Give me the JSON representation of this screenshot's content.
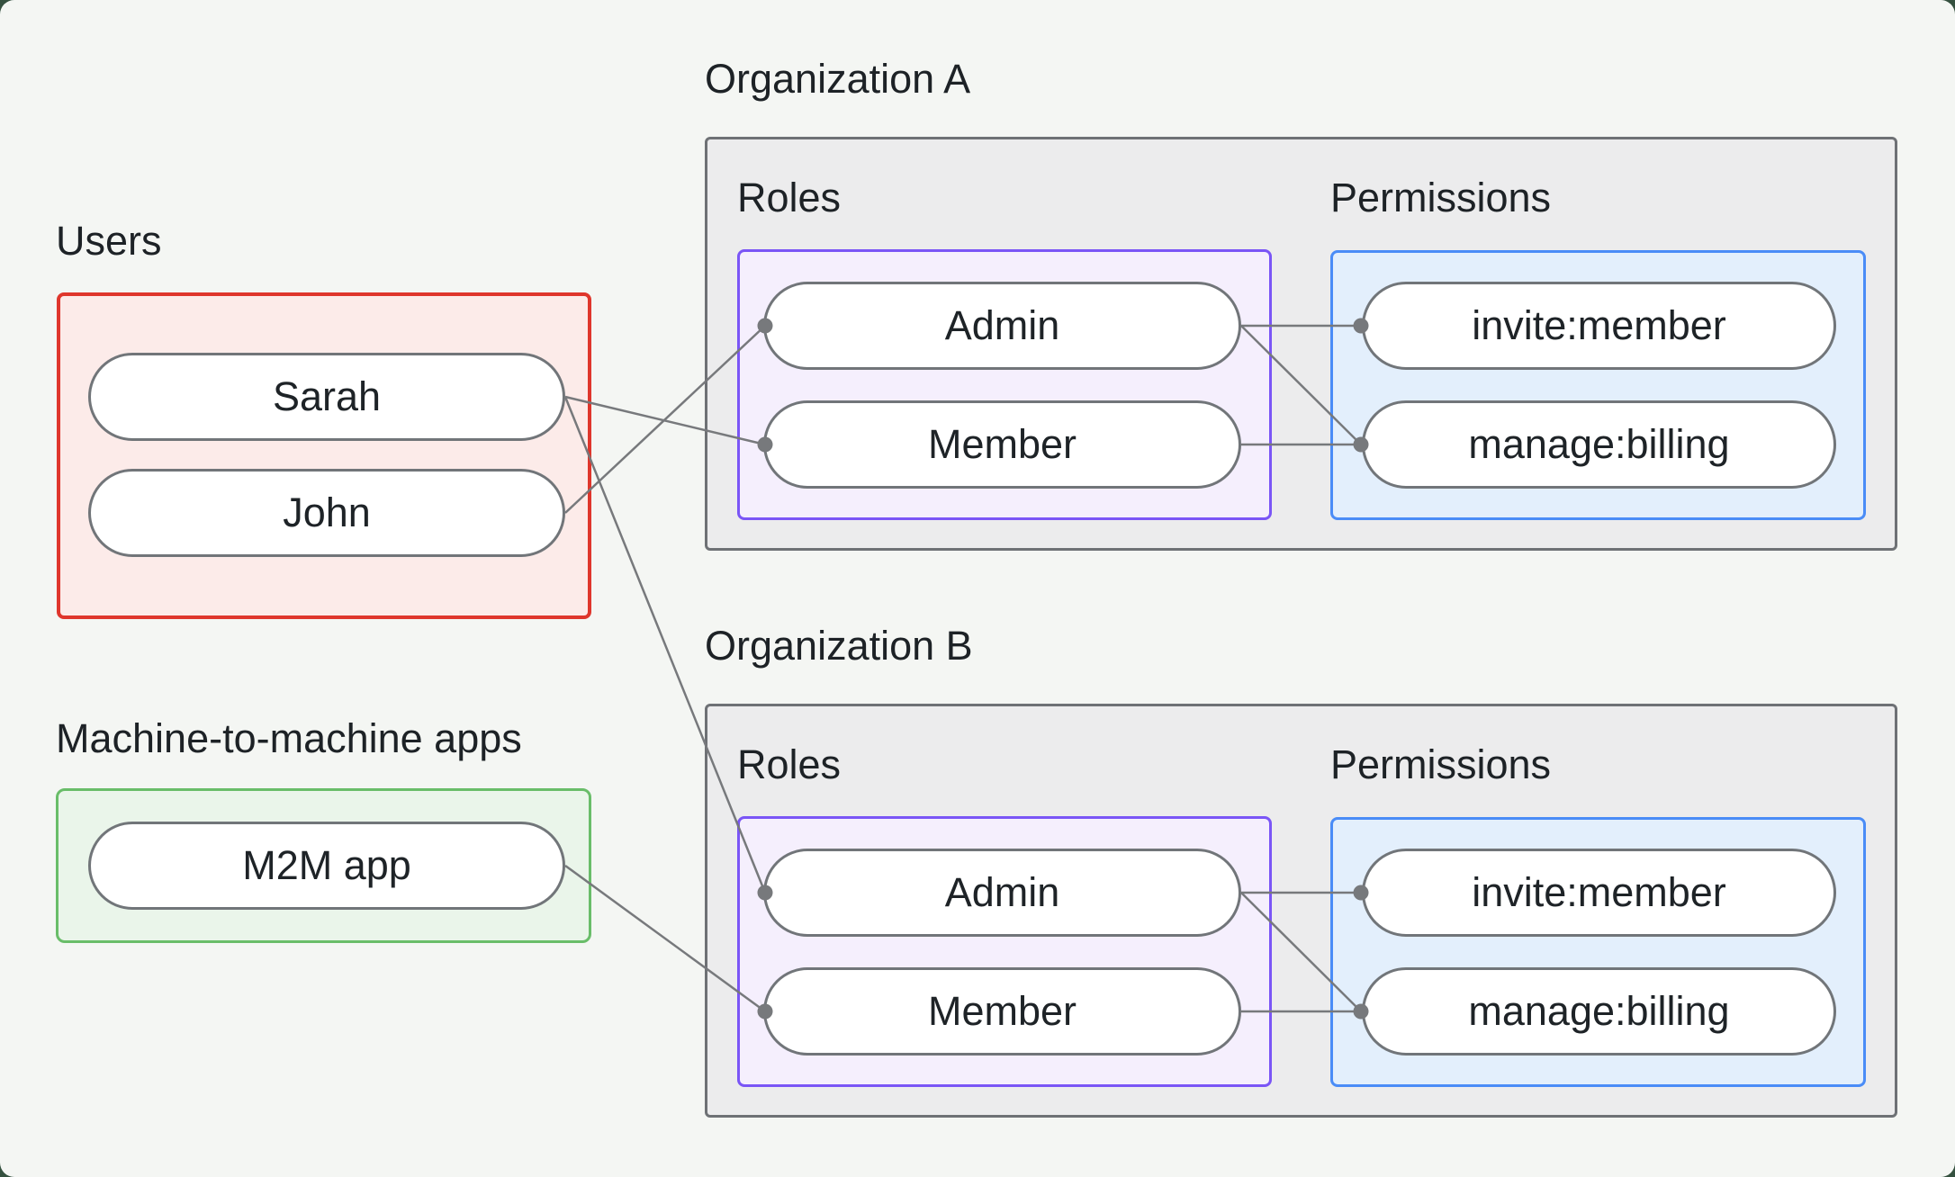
{
  "canvas": {
    "background": "#f4f6f3",
    "page_background": "#35513f",
    "line_color": "#77797c",
    "text_color": "#1d2226"
  },
  "users_group": {
    "label": "Users",
    "border_color": "#df362c",
    "fill_color": "#fcebe9",
    "items": [
      {
        "label": "Sarah"
      },
      {
        "label": "John"
      }
    ]
  },
  "m2m_group": {
    "label": "Machine-to-machine apps",
    "border_color": "#69bd69",
    "fill_color": "#eaf5ea",
    "items": [
      {
        "label": "M2M app"
      }
    ]
  },
  "organizations": [
    {
      "title": "Organization A",
      "roles_heading": "Roles",
      "permissions_heading": "Permissions",
      "roles_border_color": "#7a55f6",
      "permissions_border_color": "#4a8cf7",
      "roles": [
        {
          "label": "Admin"
        },
        {
          "label": "Member"
        }
      ],
      "permissions": [
        {
          "label": "invite:member"
        },
        {
          "label": "manage:billing"
        }
      ]
    },
    {
      "title": "Organization B",
      "roles_heading": "Roles",
      "permissions_heading": "Permissions",
      "roles_border_color": "#7a55f6",
      "permissions_border_color": "#4a8cf7",
      "roles": [
        {
          "label": "Admin"
        },
        {
          "label": "Member"
        }
      ],
      "permissions": [
        {
          "label": "invite:member"
        },
        {
          "label": "manage:billing"
        }
      ]
    }
  ],
  "connections": [
    {
      "from": "Sarah",
      "to": "Organization A / Member"
    },
    {
      "from": "Sarah",
      "to": "Organization B / Admin"
    },
    {
      "from": "John",
      "to": "Organization A / Admin"
    },
    {
      "from": "M2M app",
      "to": "Organization B / Member"
    },
    {
      "from": "Organization A / Admin",
      "to": "Organization A / invite:member"
    },
    {
      "from": "Organization A / Admin",
      "to": "Organization A / manage:billing"
    },
    {
      "from": "Organization A / Member",
      "to": "Organization A / manage:billing"
    },
    {
      "from": "Organization B / Admin",
      "to": "Organization B / invite:member"
    },
    {
      "from": "Organization B / Admin",
      "to": "Organization B / manage:billing"
    },
    {
      "from": "Organization B / Member",
      "to": "Organization B / manage:billing"
    }
  ]
}
